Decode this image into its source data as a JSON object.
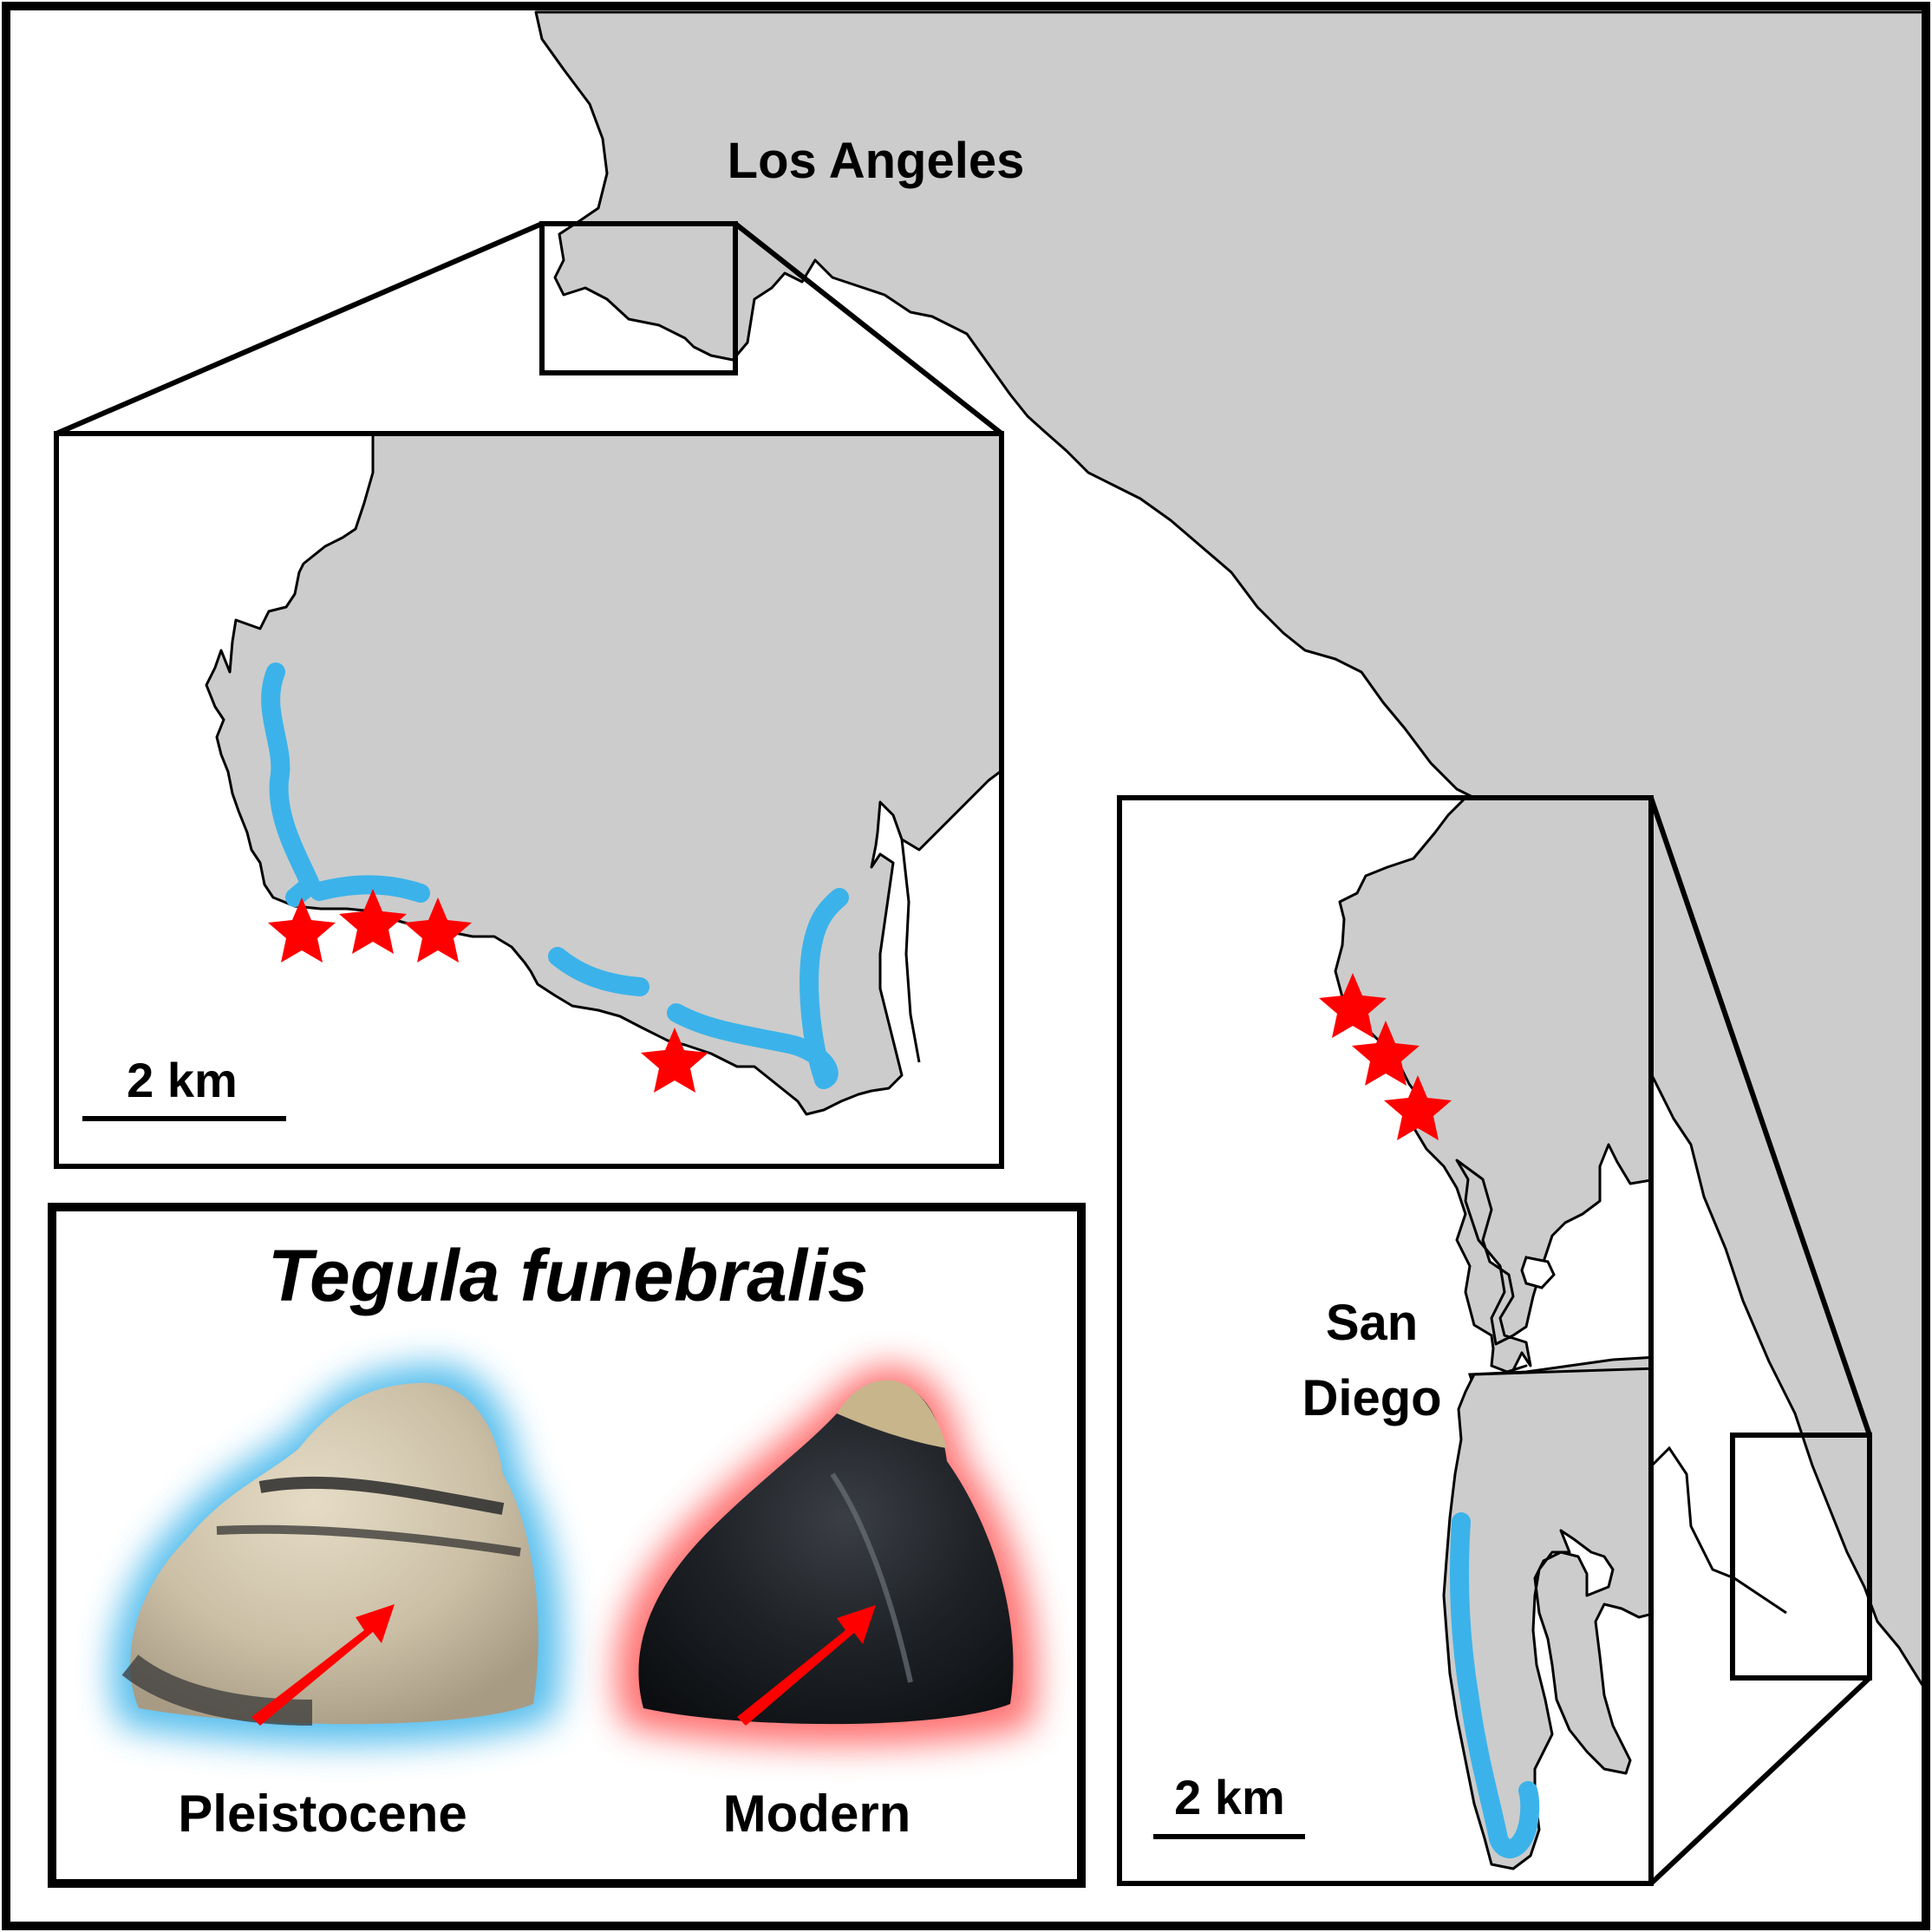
{
  "map": {
    "city_labels": {
      "los_angeles": "Los Angeles",
      "san_diego_line1": "San",
      "san_diego_line2": "Diego"
    },
    "scale_bars": {
      "la_inset": "2 km",
      "sd_inset": "2 km"
    },
    "colors": {
      "land": "#cccccc",
      "water": "#ffffff",
      "coastline": "#000000",
      "shell_range_line": "#3bb3ea",
      "site_star": "#ff0000"
    }
  },
  "specimen_panel": {
    "species_title": "Tegula funebralis",
    "specimens": [
      {
        "label": "Pleistocene",
        "glow_color": "#3bb3ea"
      },
      {
        "label": "Modern",
        "glow_color": "#ff5a5a"
      }
    ],
    "arrow_color": "#ff0000"
  }
}
